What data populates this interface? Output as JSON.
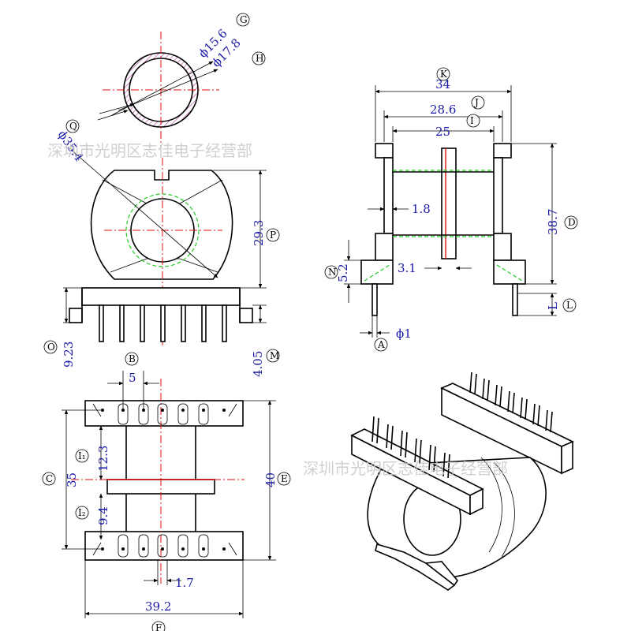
{
  "watermark": "深圳市光明区志佳电子经营部",
  "labels": {
    "G": "G",
    "H": "H",
    "Q": "Q",
    "P": "P",
    "O": "O",
    "M": "M",
    "K": "K",
    "J": "J",
    "I": "I",
    "D": "D",
    "N": "N",
    "A": "A",
    "L": "L",
    "B": "B",
    "C": "C",
    "E": "E",
    "F": "F",
    "I1": "I₁",
    "I2": "I₂"
  },
  "dims": {
    "g": "ϕ15.6",
    "h": "ϕ17.8",
    "q": "ϕ35.4",
    "p": "29.3",
    "o": "9.23",
    "m": "4.05",
    "k": "34",
    "j": "28.6",
    "i": "25",
    "d": "38.7",
    "n": "5.2",
    "a": "ϕ1",
    "l": "L",
    "t18": "1.8",
    "t31": "3.1",
    "b": "5",
    "c": "35",
    "e": "40",
    "f": "39.2",
    "i1": "12.3",
    "i2": "9.4",
    "t17": "1.7"
  }
}
